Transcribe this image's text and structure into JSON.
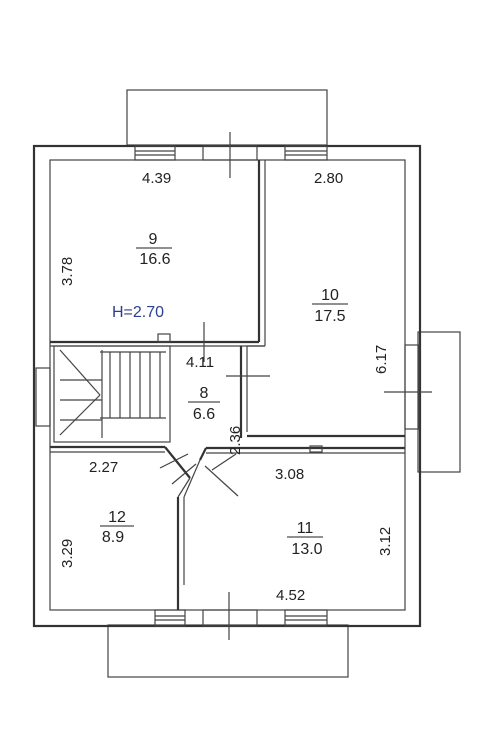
{
  "floorplan": {
    "ceiling_height": "H=2.70",
    "rooms": [
      {
        "number": "9",
        "area": "16.6"
      },
      {
        "number": "10",
        "area": "17.5"
      },
      {
        "number": "8",
        "area": "6.6"
      },
      {
        "number": "12",
        "area": "8.9"
      },
      {
        "number": "11",
        "area": "13.0"
      }
    ],
    "dimensions": {
      "r9_width": "4.39",
      "r10_width": "2.80",
      "r9_height": "3.78",
      "r10_height": "6.17",
      "r8_width": "4.11",
      "r8_depth": "2.36",
      "r12_width": "2.27",
      "r11_width_top": "3.08",
      "r12_height": "3.29",
      "r11_height": "3.12",
      "r11_width_bottom": "4.52"
    }
  }
}
